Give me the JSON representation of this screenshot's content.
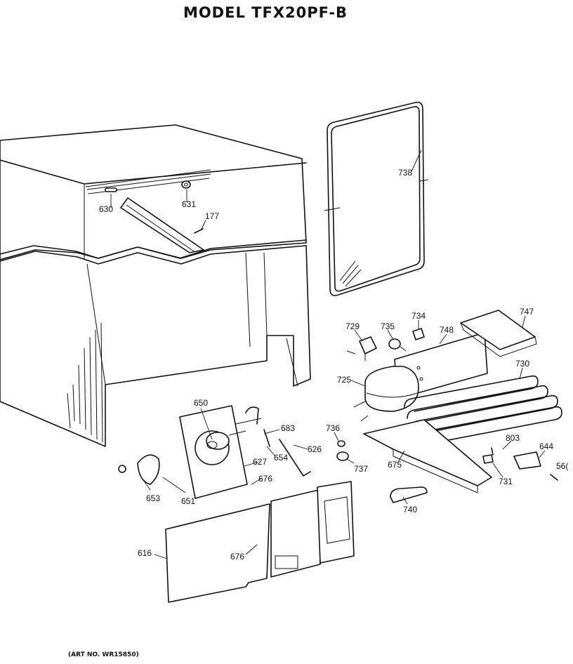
{
  "title": "MODEL TFX20PF-B",
  "art_number": "(ART NO. WR15850)",
  "part_labels": {
    "p630": "630",
    "p631": "631",
    "p177": "177",
    "p738": "738",
    "p729": "729",
    "p735": "735",
    "p734": "734",
    "p748": "748",
    "p747": "747",
    "p725": "725",
    "p730": "730",
    "p650": "650",
    "p683": "683",
    "p736": "736",
    "p626": "626",
    "p627": "627",
    "p654": "654",
    "p737": "737",
    "p675": "675",
    "p803": "803",
    "p644": "644",
    "p56x": "56(",
    "p676a": "676",
    "p653": "653",
    "p651": "651",
    "p731": "731",
    "p740": "740",
    "p616": "616",
    "p676b": "676"
  }
}
